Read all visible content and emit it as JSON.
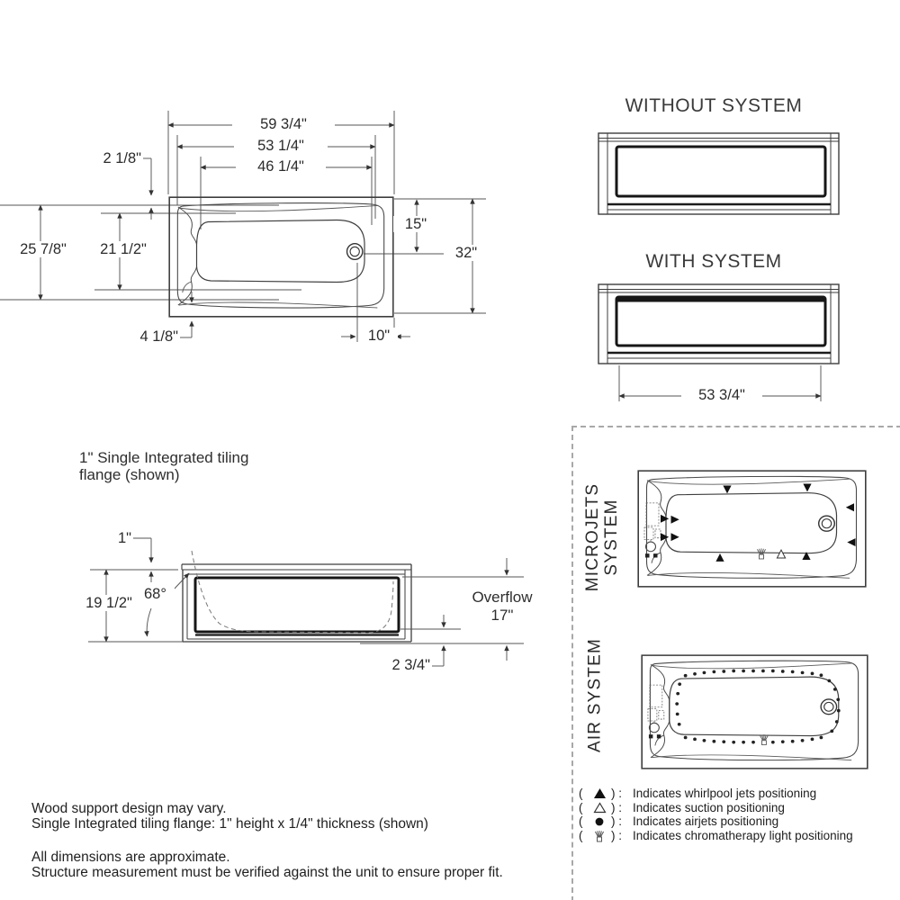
{
  "top_view": {
    "dim_width_overall": "59 3/4\"",
    "dim_width_rim": "53 1/4\"",
    "dim_width_basin": "46 1/4\"",
    "dim_ledge_offset": "2 1/8\"",
    "dim_depth_overall": "25 7/8\"",
    "dim_depth_basin": "21 1/2\"",
    "dim_drain_from_edge": "15\"",
    "dim_depth_side": "32\"",
    "dim_corner_offset": "4 1/8\"",
    "dim_drain_from_end": "10\""
  },
  "side_views": {
    "without_system_title": "WITHOUT SYSTEM",
    "with_system_title": "WITH SYSTEM",
    "dim_skirt_width": "53 3/4\""
  },
  "flange_view": {
    "note_line1": "1\" Single Integrated tiling",
    "note_line2": "flange (shown)",
    "dim_flange_height": "1\"",
    "dim_angle": "68°",
    "dim_height": "19 1/2\"",
    "overflow_label": "Overflow",
    "overflow_height": "17\"",
    "dim_base": "2 3/4\""
  },
  "systems_panel": {
    "microjets_label_line1": "MICROJETS",
    "microjets_label_line2": "SYSTEM",
    "air_label": "AIR SYSTEM",
    "legend_open": "(",
    "legend_close": ") :",
    "legend": [
      {
        "symbol": "whirlpool-jet-filled-triangle",
        "text": "Indicates whirlpool jets positioning"
      },
      {
        "symbol": "suction-open-triangle",
        "text": "Indicates suction positioning"
      },
      {
        "symbol": "airjet-filled-circle",
        "text": "Indicates airjets positioning"
      },
      {
        "symbol": "chromatherapy-light",
        "text": "Indicates chromatherapy light positioning"
      }
    ]
  },
  "notes": {
    "support": "Wood support design may vary.",
    "flange_spec": "Single Integrated tiling flange: 1\" height x 1/4\" thickness (shown)",
    "approx": "All dimensions are approximate.",
    "verify": "Structure measurement must be verified against the unit to ensure proper fit."
  }
}
